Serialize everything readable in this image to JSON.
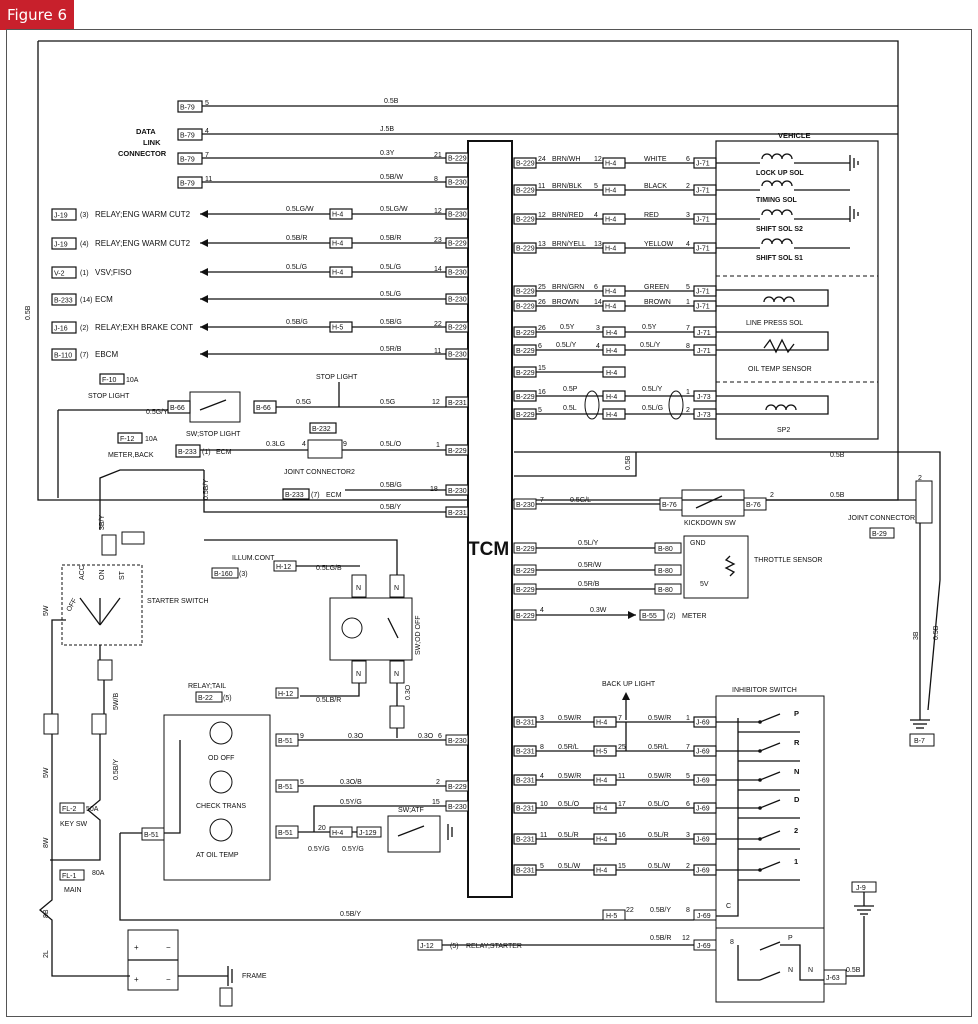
{
  "figure_label": "Figure 6",
  "tcm_label": "TCM",
  "left_connectors": [
    {
      "id": "B-79",
      "pin": "5",
      "wire": "0.5B",
      "text": ""
    },
    {
      "id": "B-79",
      "pin": "4",
      "wire": "J.5B",
      "text": ""
    },
    {
      "id": "B-79",
      "pin": "7",
      "wire": "0.3Y",
      "text": ""
    },
    {
      "id": "B-79",
      "pin": "11",
      "wire": "0.5B/W",
      "text": ""
    },
    {
      "id": "J-19",
      "pin": "(3)",
      "wire": "0.5LG/W",
      "text": "RELAY;ENG WARM CUT2"
    },
    {
      "id": "J-19",
      "pin": "(4)",
      "wire": "0.5B/R",
      "text": "RELAY;ENG WARM CUT2"
    },
    {
      "id": "V-2",
      "pin": "(1)",
      "wire": "0.5L/G",
      "text": "VSV;FISO"
    },
    {
      "id": "B-233",
      "pin": "(14)",
      "wire": "0.5L/G",
      "text": "ECM"
    },
    {
      "id": "J-16",
      "pin": "(2)",
      "wire": "0.5B/G",
      "text": "RELAY;EXH BRAKE CONT"
    },
    {
      "id": "B-110",
      "pin": "(7)",
      "wire": "0.5R/B",
      "text": "EBCM"
    }
  ],
  "data_link_label": [
    "DATA",
    "LINK",
    "CONNECTOR"
  ],
  "tcm_left_pins": [
    {
      "conn": "B-229",
      "pin": "21",
      "wire": "0.3Y"
    },
    {
      "conn": "B-230",
      "pin": "8",
      "wire": "0.5B/W"
    },
    {
      "conn": "B-230",
      "pin": "12",
      "wire": "0.5LG/W"
    },
    {
      "conn": "B-229",
      "pin": "23",
      "wire": "0.5B/R"
    },
    {
      "conn": "B-230",
      "pin": "14",
      "wire": "0.5L/G"
    },
    {
      "conn": "B-230",
      "pin": "",
      "wire": "0.5L/G"
    },
    {
      "conn": "B-229",
      "pin": "22",
      "wire": "0.5B/G"
    },
    {
      "conn": "B-230",
      "pin": "11",
      "wire": "0.5R/B"
    }
  ],
  "h4": "H-4",
  "h5": "H-5",
  "vehicle_label": "VEHICLE",
  "solenoids": [
    {
      "tcm_pin": "24",
      "wire1": "BRN/WH",
      "hpin": "12",
      "color": "WHITE",
      "jpin": "6",
      "name": "LOCK UP SOL"
    },
    {
      "tcm_pin": "11",
      "wire1": "BRN/BLK",
      "hpin": "5",
      "color": "BLACK",
      "jpin": "2",
      "name": "TIMING SOL"
    },
    {
      "tcm_pin": "12",
      "wire1": "BRN/RED",
      "hpin": "4",
      "color": "RED",
      "jpin": "3",
      "name": "SHIFT SOL S2"
    },
    {
      "tcm_pin": "13",
      "wire1": "BRN/YELL",
      "hpin": "13",
      "color": "YELLOW",
      "jpin": "4",
      "name": "SHIFT SOL S1"
    },
    {
      "tcm_pin": "25",
      "wire1": "BRN/GRN",
      "hpin": "6",
      "color": "GREEN",
      "jpin": "5",
      "name": ""
    },
    {
      "tcm_pin": "26",
      "wire1": "BROWN",
      "hpin": "14",
      "color": "BROWN",
      "jpin": "1",
      "name": "LINE PRESS SOL"
    }
  ],
  "oil_temp": {
    "pins": [
      "26",
      "6"
    ],
    "wires": [
      "0.5Y",
      "0.5L/Y"
    ],
    "hpins": [
      "3",
      "4"
    ],
    "jpins": [
      "7",
      "8"
    ],
    "name": "OIL TEMP SENSOR"
  },
  "sp2": {
    "pins": [
      "15",
      "16",
      "5"
    ],
    "wires": [
      "0.5P",
      "0.5L",
      "0.5L/Y",
      "0.5L/G"
    ],
    "jpins": [
      "1",
      "2"
    ],
    "name": "SP2",
    "conn": "J-73"
  },
  "j71": "J-71",
  "b229": "B-229",
  "b231": "B-231",
  "stop_light": {
    "fuse": "F-10",
    "amp": "10A",
    "label": "STOP LIGHT",
    "wire": "0.5G/Y",
    "switch": "SW;STOP LIGHT",
    "c1": "B-66",
    "c2": "B-66",
    "w2": "0.5G",
    "w3": "0.5G",
    "pin": "12",
    "out": "STOP LIGHT"
  },
  "meter_back": {
    "fuse": "F-12",
    "amp": "10A",
    "label": "METER,BACK",
    "conn": "B-233",
    "pin": "(1)",
    "text": "ECM",
    "w": "0.3LG",
    "joint": "JOINT CONNECTOR2",
    "jconn": "B-232",
    "wire": "0.5L/O",
    "p1": "4",
    "p2": "9",
    "tcmpin": "1"
  },
  "ecm7": {
    "conn": "B-233",
    "pin": "(7)",
    "text": "ECM",
    "wire": "0.5B/G",
    "tcmpin": "18",
    "tcmconn": "B-230"
  },
  "wire_58y": "0.5B/Y",
  "illum": {
    "label": "ILLUM.CONT",
    "h": "H-12",
    "conn": "B-160",
    "pin": "(3)",
    "wire": "0.5LG/B"
  },
  "od_switch": {
    "label": "SW;OD OFF",
    "n": "N"
  },
  "relay_tail": {
    "label": "RELAY;TAIL",
    "conn": "B-22",
    "pin": "(5)",
    "h": "H-12",
    "wire": "0.5LB/R"
  },
  "starter_switch": {
    "label": "STARTER SWITCH",
    "acc": "ACC",
    "on": "ON",
    "st": "ST",
    "off": "OFF"
  },
  "indicators": [
    {
      "name": "OD OFF",
      "pin": "9",
      "wire": "0.3O",
      "tcm": "B-230",
      "tpin": "6"
    },
    {
      "name": "CHECK TRANS",
      "pin": "5",
      "wire": "0.3O/B",
      "tcm": "B-229",
      "tpin": "2"
    },
    {
      "name": "AT OIL TEMP",
      "pin": "",
      "wire": "0.5Y/G",
      "tcm": "B-230",
      "tpin": "15"
    }
  ],
  "sw_atf": {
    "label": "SW;ATF",
    "conn": "J-129",
    "h": "H-4",
    "w1": "0.5Y/G",
    "w2": "0.5Y/G",
    "pin": "20"
  },
  "b51": "B-51",
  "kickdown": {
    "label": "KICKDOWN SW",
    "c": "B-76",
    "wire": "0.5G/L",
    "wire2": "0.5B",
    "tpin": "7",
    "pin": "2"
  },
  "joint_conn": {
    "label": "JOINT CONNECTOR",
    "conn": "B-29"
  },
  "wire_05b": "0.5B",
  "throttle": {
    "label": "THROTTLE SENSOR",
    "conn": "B-80",
    "gnd": "GND",
    "v": "5V",
    "wires": [
      "0.5L/Y",
      "0.5R/W",
      "0.5R/B"
    ]
  },
  "meter": {
    "conn": "B-55",
    "pin": "(2)",
    "text": "METER",
    "wire": "0.3W",
    "tpin": "4"
  },
  "backup": {
    "label": "BACK UP LIGHT"
  },
  "inhibitor": {
    "label": "INHIBITOR SWITCH",
    "rows": [
      {
        "tpin": "3",
        "wire": "0.5W/R",
        "h": "H-4",
        "hpin": "7",
        "wire2": "0.5W/R",
        "jpin": "1",
        "pos": "P"
      },
      {
        "tpin": "8",
        "wire": "0.5R/L",
        "h": "H-5",
        "hpin": "25",
        "wire2": "0.5R/L",
        "jpin": "7",
        "pos": "R"
      },
      {
        "tpin": "4",
        "wire": "0.5W/R",
        "h": "H-4",
        "hpin": "11",
        "wire2": "0.5W/R",
        "jpin": "5",
        "pos": "N"
      },
      {
        "tpin": "10",
        "wire": "0.5L/O",
        "h": "H-4",
        "hpin": "17",
        "wire2": "0.5L/O",
        "jpin": "6",
        "pos": "D"
      },
      {
        "tpin": "11",
        "wire": "0.5L/R",
        "h": "H-4",
        "hpin": "16",
        "wire2": "0.5L/R",
        "jpin": "3",
        "pos": "2"
      },
      {
        "tpin": "5",
        "wire": "0.5L/W",
        "h": "H-4",
        "hpin": "15",
        "wire2": "0.5L/W",
        "jpin": "2",
        "pos": "1"
      }
    ],
    "c": "C",
    "j69": "J-69"
  },
  "bottom": {
    "wire": "0.5B/Y",
    "h": "H-5",
    "hpin": "22",
    "jpin": "8",
    "relay_conn": "J-12",
    "relay_pin": "(5)",
    "relay": "RELAY;STARTER",
    "relay_wire": "0.5B/R",
    "rpin": "12"
  },
  "j9": "J-9",
  "j63": "J-63",
  "b7": "B-7",
  "frame": "FRAME",
  "fuses": {
    "fl2": "FL-2",
    "fl2a": "50A",
    "keysw": "KEY SW",
    "fl1": "FL-1",
    "fl1a": "80A",
    "main": "MAIN"
  },
  "vertical_wires": [
    "5W",
    "5W/B",
    "0.5B/Y",
    "3B/Y",
    "5W",
    "8W",
    "8B",
    "2L",
    "0.5B",
    "0.5B",
    "3B",
    "0.5B"
  ]
}
